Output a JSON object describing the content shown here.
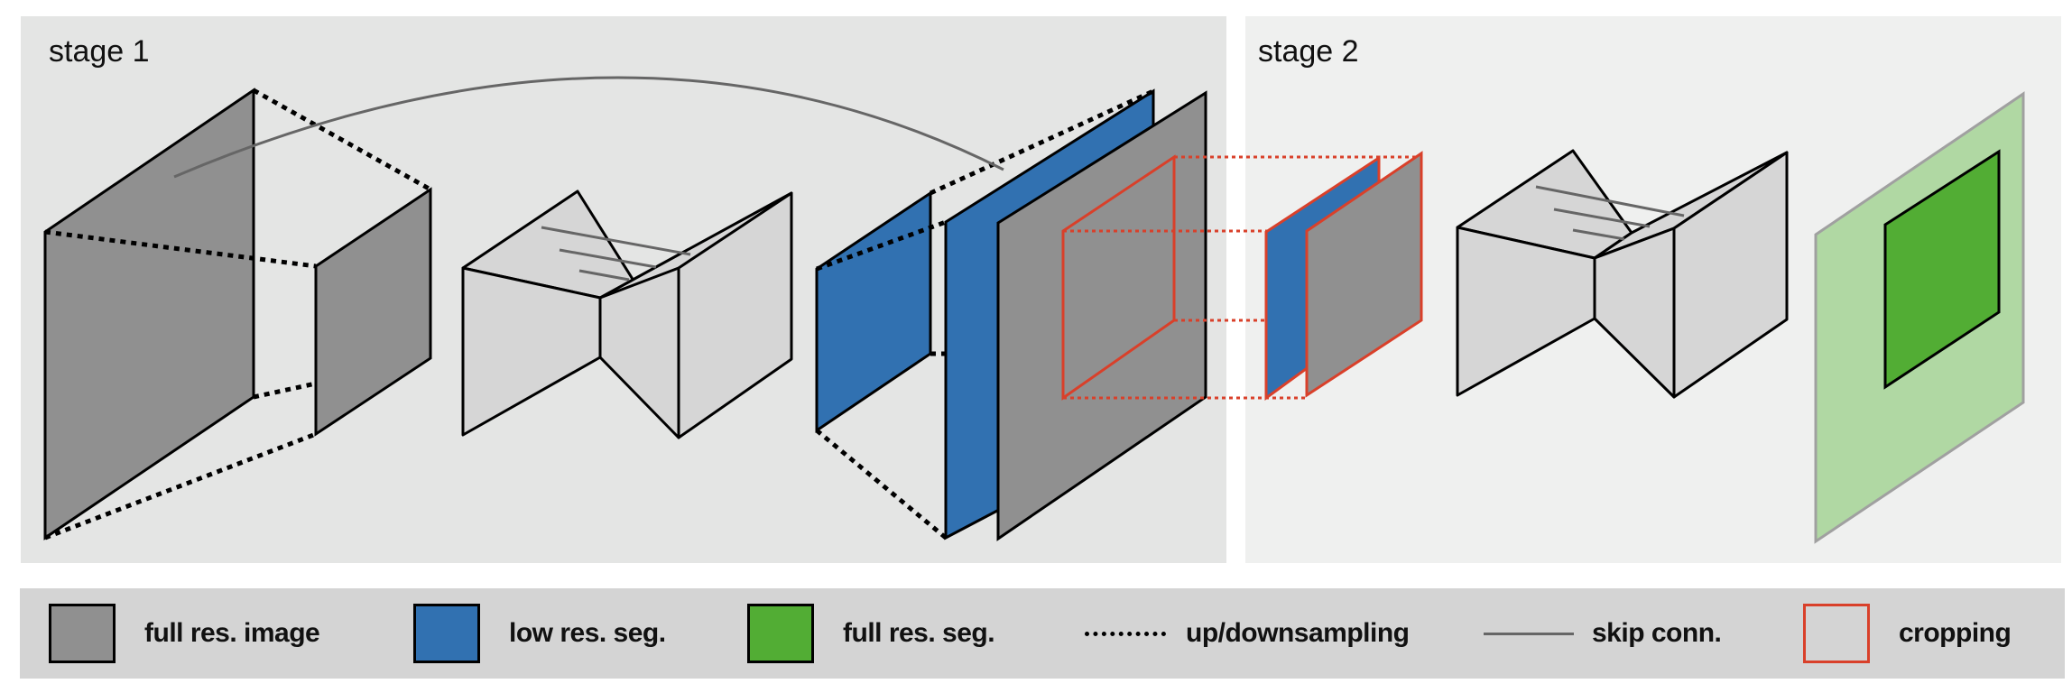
{
  "stages": [
    {
      "label": "stage 1"
    },
    {
      "label": "stage 2"
    }
  ],
  "colors": {
    "stage1_bg": "#e4e5e4",
    "stage2_bg": "#eff0ef",
    "full_res_image": "#909090",
    "low_res_seg": "#3171b1",
    "full_res_seg": "#52ad34",
    "full_res_seg_light": "#b0d8a3",
    "network": "#d6d6d6",
    "skip_conn": "#666666",
    "cropping": "#d9402a",
    "updownsampling": "#000000",
    "legend_bg": "#d4d4d4"
  },
  "legend": {
    "items": [
      {
        "key": "full_res_image",
        "label": "full res. image",
        "kind": "swatch",
        "color": "#909090",
        "border": "#000000"
      },
      {
        "key": "low_res_seg",
        "label": "low res. seg.",
        "kind": "swatch",
        "color": "#3171b1",
        "border": "#000000"
      },
      {
        "key": "full_res_seg",
        "label": "full res. seg.",
        "kind": "swatch",
        "color": "#52ad34",
        "border": "#000000"
      },
      {
        "key": "updownsampling",
        "label": "up/downsampling",
        "kind": "dotted-line",
        "color": "#000000"
      },
      {
        "key": "skip_conn",
        "label": "skip conn.",
        "kind": "solid-line",
        "color": "#666666"
      },
      {
        "key": "cropping",
        "label": "cropping",
        "kind": "outline",
        "color": "#d4d4d4",
        "border": "#d9402a"
      }
    ]
  }
}
